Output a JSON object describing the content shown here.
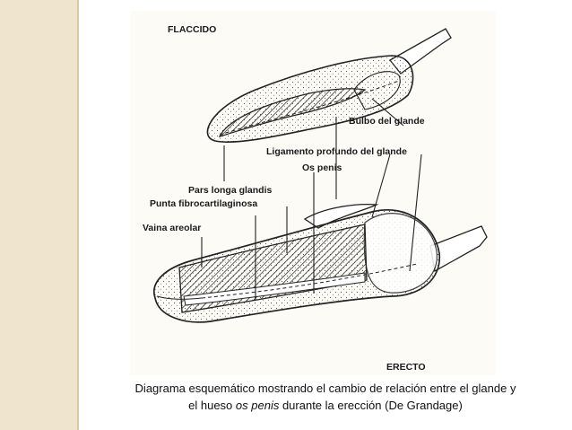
{
  "slide": {
    "accent_color": "#efe5cf"
  },
  "diagram": {
    "labels": {
      "flaccido": "FLACCIDO",
      "bulbo": "Bulbo del glande",
      "ligamento": "Ligamento profundo del glande",
      "os_penis": "Os penis",
      "pars_longa": "Pars longa glandis",
      "punta": "Punta fibrocartilaginosa",
      "vaina": "Vaina areolar",
      "erecto": "ERECTO"
    }
  },
  "caption": {
    "line1": "Diagrama esquemático mostrando el cambio de relación entre el glande y",
    "line2_before": "el hueso ",
    "line2_italic": "os penis",
    "line2_after": " durante la erección (De Grandage)"
  }
}
